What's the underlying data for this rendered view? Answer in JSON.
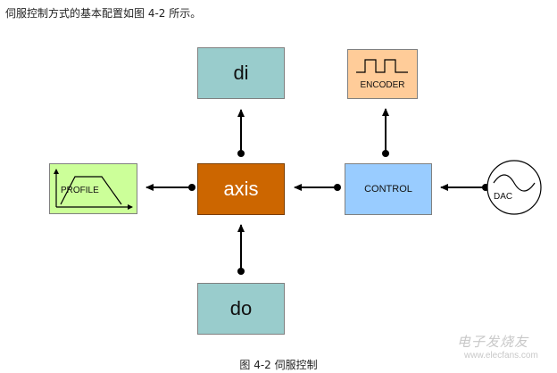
{
  "intro": "伺服控制方式的基本配置如图 4-2 所示。",
  "blocks": {
    "di": "di",
    "do": "do",
    "axis": "axis",
    "control": "CONTROL",
    "encoder": "ENCODER",
    "profile": "PROFILE",
    "dac": "DAC"
  },
  "colors": {
    "teal_block": "#99cccc",
    "axis_block": "#cc6600",
    "control_block": "#99ccff",
    "encoder_block": "#ffcc99",
    "profile_block": "#ccff99"
  },
  "caption": "图 4-2 伺服控制",
  "watermark": {
    "brand": "电子发烧友",
    "url": "www.elecfans.com"
  }
}
